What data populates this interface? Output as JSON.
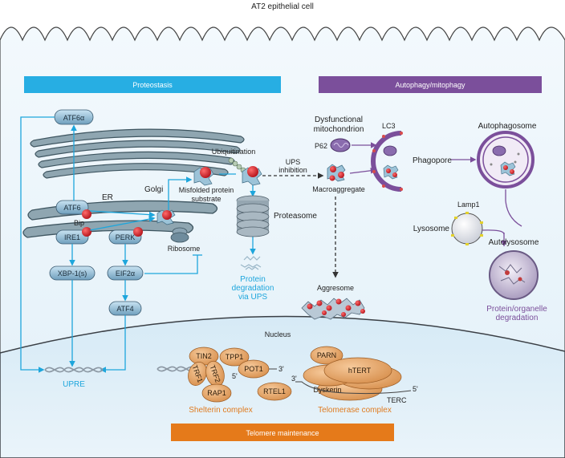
{
  "cell_label": "AT2 epithelial cell",
  "headers": {
    "proteostasis": "Proteostasis",
    "autophagy": "Autophagy/mitophagy",
    "telomere": "Telomere maintenance"
  },
  "proteostasis": {
    "atf6a": "ATF6α",
    "golgi": "Golgi",
    "er": "ER",
    "atf6": "ATF6",
    "bip": "Bip",
    "ire1": "IRE1",
    "perk": "PERK",
    "ribosome": "Ribosome",
    "xbp1": "XBP-1(s)",
    "eif2a": "EIF2α",
    "atf4": "ATF4",
    "misfolded_1": "Misfolded protein",
    "misfolded_2": "substrate",
    "ubiquitination": "Ubiquitination",
    "proteasome": "Proteasome",
    "ups_1": "UPS",
    "ups_2": "inhibition",
    "degradation_1": "Protein",
    "degradation_2": "degradation",
    "degradation_3": "via UPS"
  },
  "autophagy": {
    "dysfunctional_1": "Dysfunctional",
    "dysfunctional_2": "mitochondrion",
    "p62": "P62",
    "lc3": "LC3",
    "macroaggregate": "Macroaggregate",
    "phagopore": "Phagopore",
    "autophagosome": "Autophagosome",
    "lamp1": "Lamp1",
    "lysosome": "Lysosome",
    "autolysosome": "Autolysosome",
    "aggresome": "Aggresome",
    "organelle_deg_1": "Protein/organelle",
    "organelle_deg_2": "degradation"
  },
  "nucleus": {
    "label": "Nucleus",
    "upre": "UPRE",
    "tin2": "TIN2",
    "tpp1": "TPP1",
    "trf1": "TRF1",
    "trf2": "TRF2",
    "pot1": "POT1",
    "rap1": "RAP1",
    "rtel1": "RTEL1",
    "parn": "PARN",
    "htert": "hTERT",
    "dyskerin": "Dyskerin",
    "terc": "TERC",
    "three_prime": "3'",
    "five_prime": "5'",
    "shelterin": "Shelterin complex",
    "telomerase": "Telomerase complex"
  },
  "colors": {
    "blue_arrow": "#1ea6dc",
    "proteostasis_bar": "#27aee3",
    "autophagy_bar": "#7b4f9b",
    "telomere_bar": "#e57a1a",
    "cytoplasm": "#e8f4fb",
    "nucleus": "#dbeef8"
  }
}
